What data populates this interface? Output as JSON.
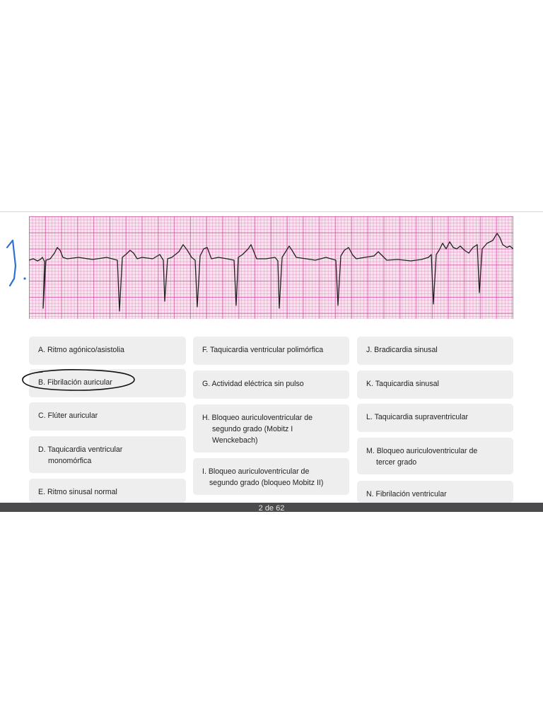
{
  "handwritten_number": "1.",
  "options": {
    "A": {
      "line1": "A. Ritmo agónico/asistolia"
    },
    "B": {
      "line1": "B. Fibrilación auricular"
    },
    "C": {
      "line1": "C. Flúter auricular"
    },
    "D": {
      "line1": "D. Taquicardia ventricular",
      "line2": "monomórfica"
    },
    "E": {
      "line1": "E. Ritmo sinusal normal"
    },
    "F": {
      "line1": "F. Taquicardia ventricular polimórfica"
    },
    "G": {
      "line1": "G. Actividad eléctrica sin pulso"
    },
    "H": {
      "line1": "H. Bloqueo auriculoventricular de",
      "line2": "segundo grado (Mobitz I",
      "line3": "Wenckebach)"
    },
    "I": {
      "line1": "I. Bloqueo auriculoventricular de",
      "line2": "segundo grado (bloqueo Mobitz II)"
    },
    "J": {
      "line1": "J. Bradicardia sinusal"
    },
    "K": {
      "line1": "K. Taquicardia sinusal"
    },
    "L": {
      "line1": "L. Taquicardia supraventricular"
    },
    "M": {
      "line1": "M. Bloqueo auriculoventricular de",
      "line2": "tercer grado"
    },
    "N": {
      "line1": "N. Fibrilación ventricular"
    }
  },
  "selected_option": "B",
  "annotation_color": "#2f6fd6",
  "pagination": "2 de 62"
}
